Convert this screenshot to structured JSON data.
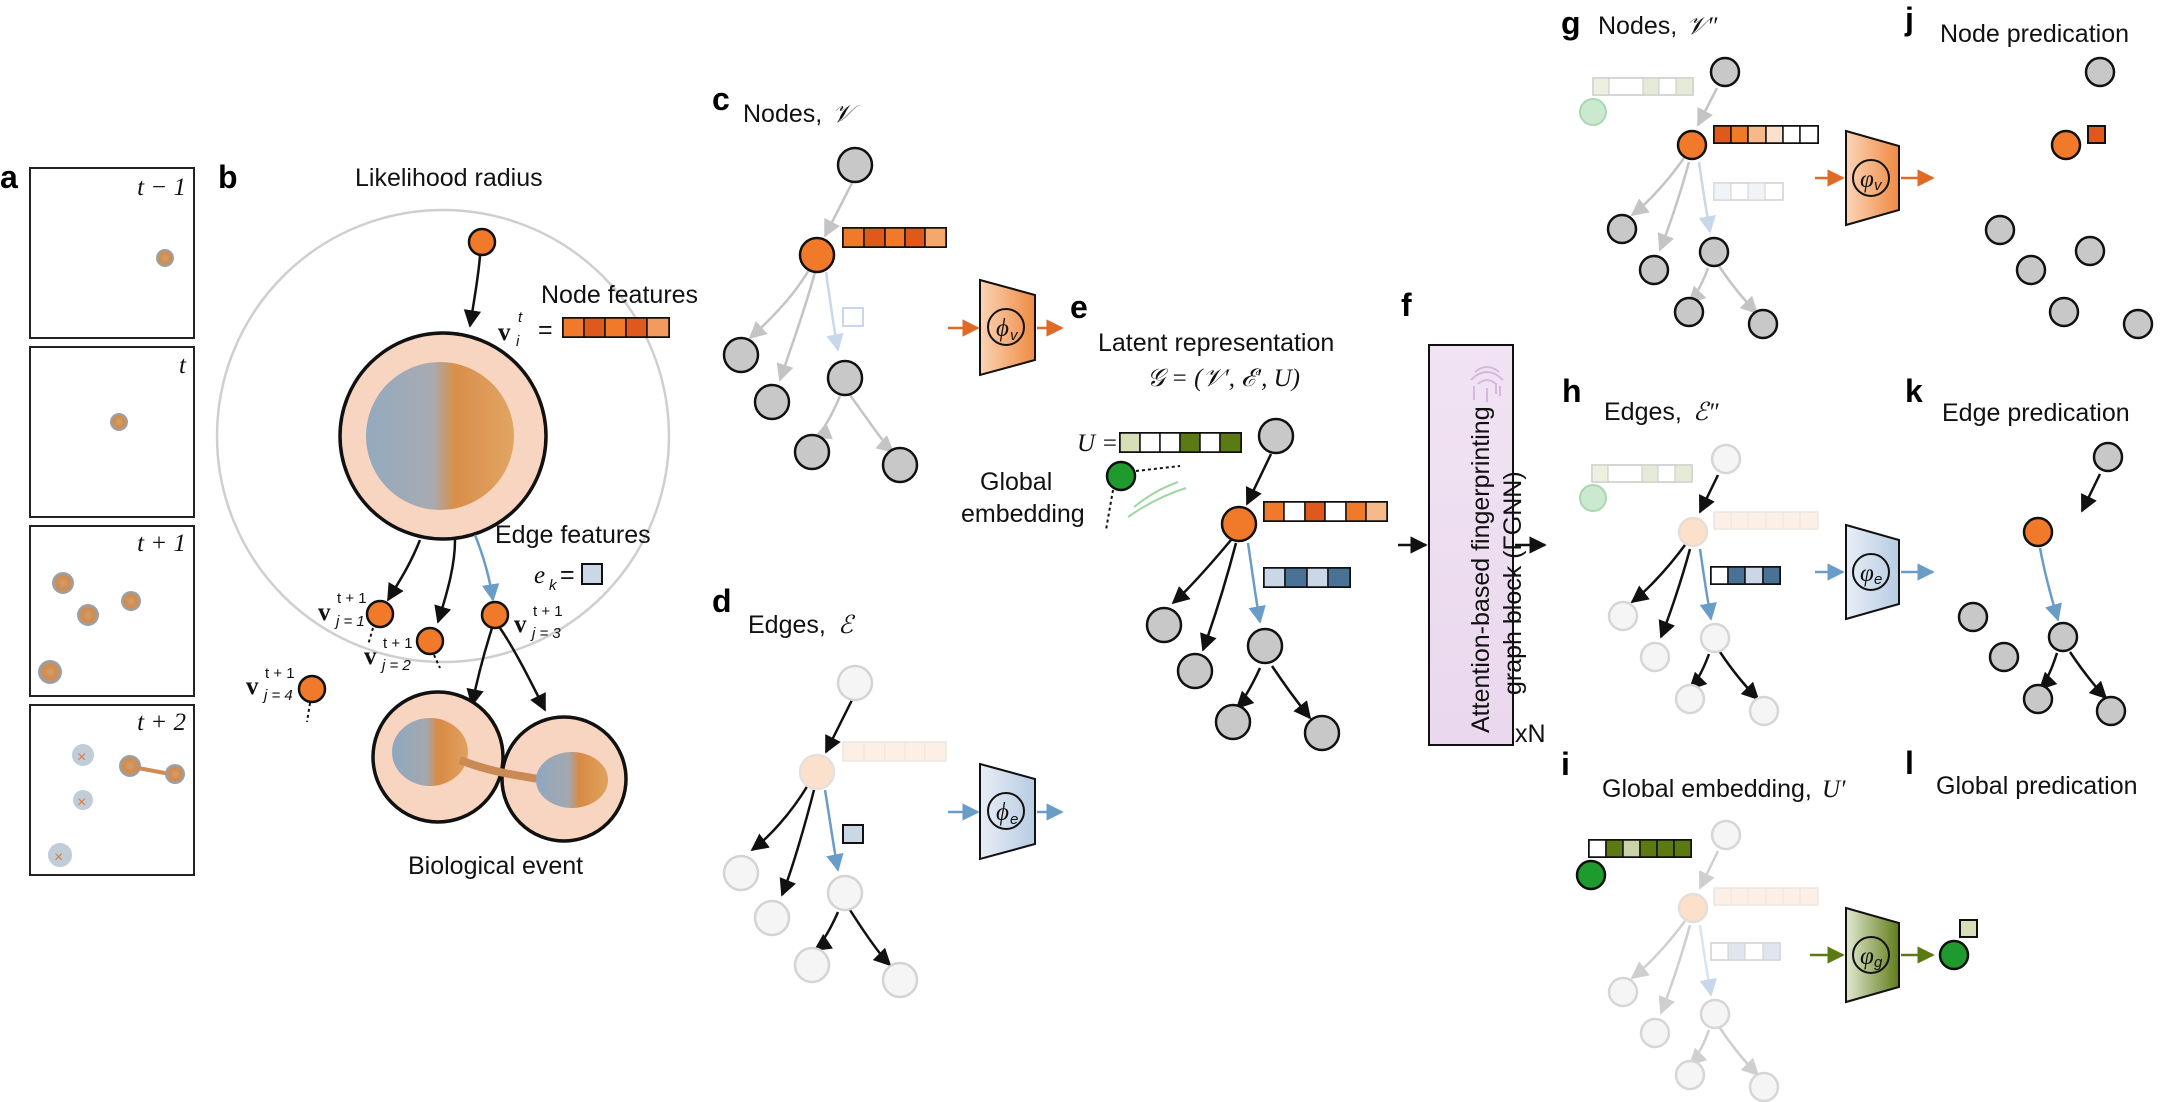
{
  "panels": {
    "a": {
      "label": "a",
      "frames": [
        {
          "time_label": "t − 1"
        },
        {
          "time_label": "t"
        },
        {
          "time_label": "t + 1"
        },
        {
          "time_label": "t + 2"
        }
      ]
    },
    "b": {
      "label": "b",
      "likelihood_radius": "Likelihood radius",
      "node_features": "Node features",
      "node_vec": {
        "main": "v",
        "sub": "i",
        "sup": "t"
      },
      "edge_features": "Edge features",
      "edge_vec": {
        "main": "e",
        "sub": "k"
      },
      "children": [
        {
          "main": "v",
          "sup": "t + 1",
          "sub": "j = 1"
        },
        {
          "main": "v",
          "sup": "t + 1",
          "sub": "j = 2"
        },
        {
          "main": "v",
          "sup": "t + 1",
          "sub": "j = 3"
        },
        {
          "main": "v",
          "sup": "t + 1",
          "sub": "j = 4"
        }
      ],
      "equals": "=",
      "biological_event": "Biological event"
    },
    "c": {
      "label": "c",
      "title": "Nodes,",
      "symbol": "𝒱",
      "operator": "ϕ",
      "operator_sub": "v"
    },
    "d": {
      "label": "d",
      "title": "Edges,",
      "symbol": "ℰ",
      "operator": "ϕ",
      "operator_sub": "e"
    },
    "e": {
      "label": "e",
      "title": "Latent representation",
      "formula": "𝒢 = (𝒱′, ℰ′, U)",
      "u_label": "U =",
      "global": "Global",
      "embedding": "embedding"
    },
    "f": {
      "label": "f",
      "block_line1": "Attention-based fingerprinting",
      "block_line2": "graph block (FGNN)",
      "repeat": "xN"
    },
    "g": {
      "label": "g",
      "title": "Nodes,",
      "symbol": "𝒱″",
      "operator": "φ",
      "operator_sub": "v"
    },
    "h": {
      "label": "h",
      "title": "Edges,",
      "symbol": "ℰ″",
      "operator": "φ",
      "operator_sub": "e"
    },
    "i": {
      "label": "i",
      "title": "Global embedding,",
      "symbol": "U′",
      "operator": "φ",
      "operator_sub": "g"
    },
    "j": {
      "label": "j",
      "title": "Node predication"
    },
    "k": {
      "label": "k",
      "title": "Edge predication"
    },
    "l": {
      "label": "l",
      "title": "Global predication"
    }
  },
  "colors": {
    "orange": "#f07a2a",
    "orange_dark": "#d9531e",
    "orange_light": "#f6b98a",
    "orange_pale": "#fbe1cc",
    "node_grey": "#c8c8c8",
    "blue": "#6a9cc8",
    "blue_dark": "#4a7297",
    "blue_light": "#c9d7e7",
    "green": "#1e9b2c",
    "olive": "#5b7b12",
    "olive_light": "#c9d3a8",
    "lavender": "#efe1f2",
    "cell_pink": "#f8d5c1"
  }
}
